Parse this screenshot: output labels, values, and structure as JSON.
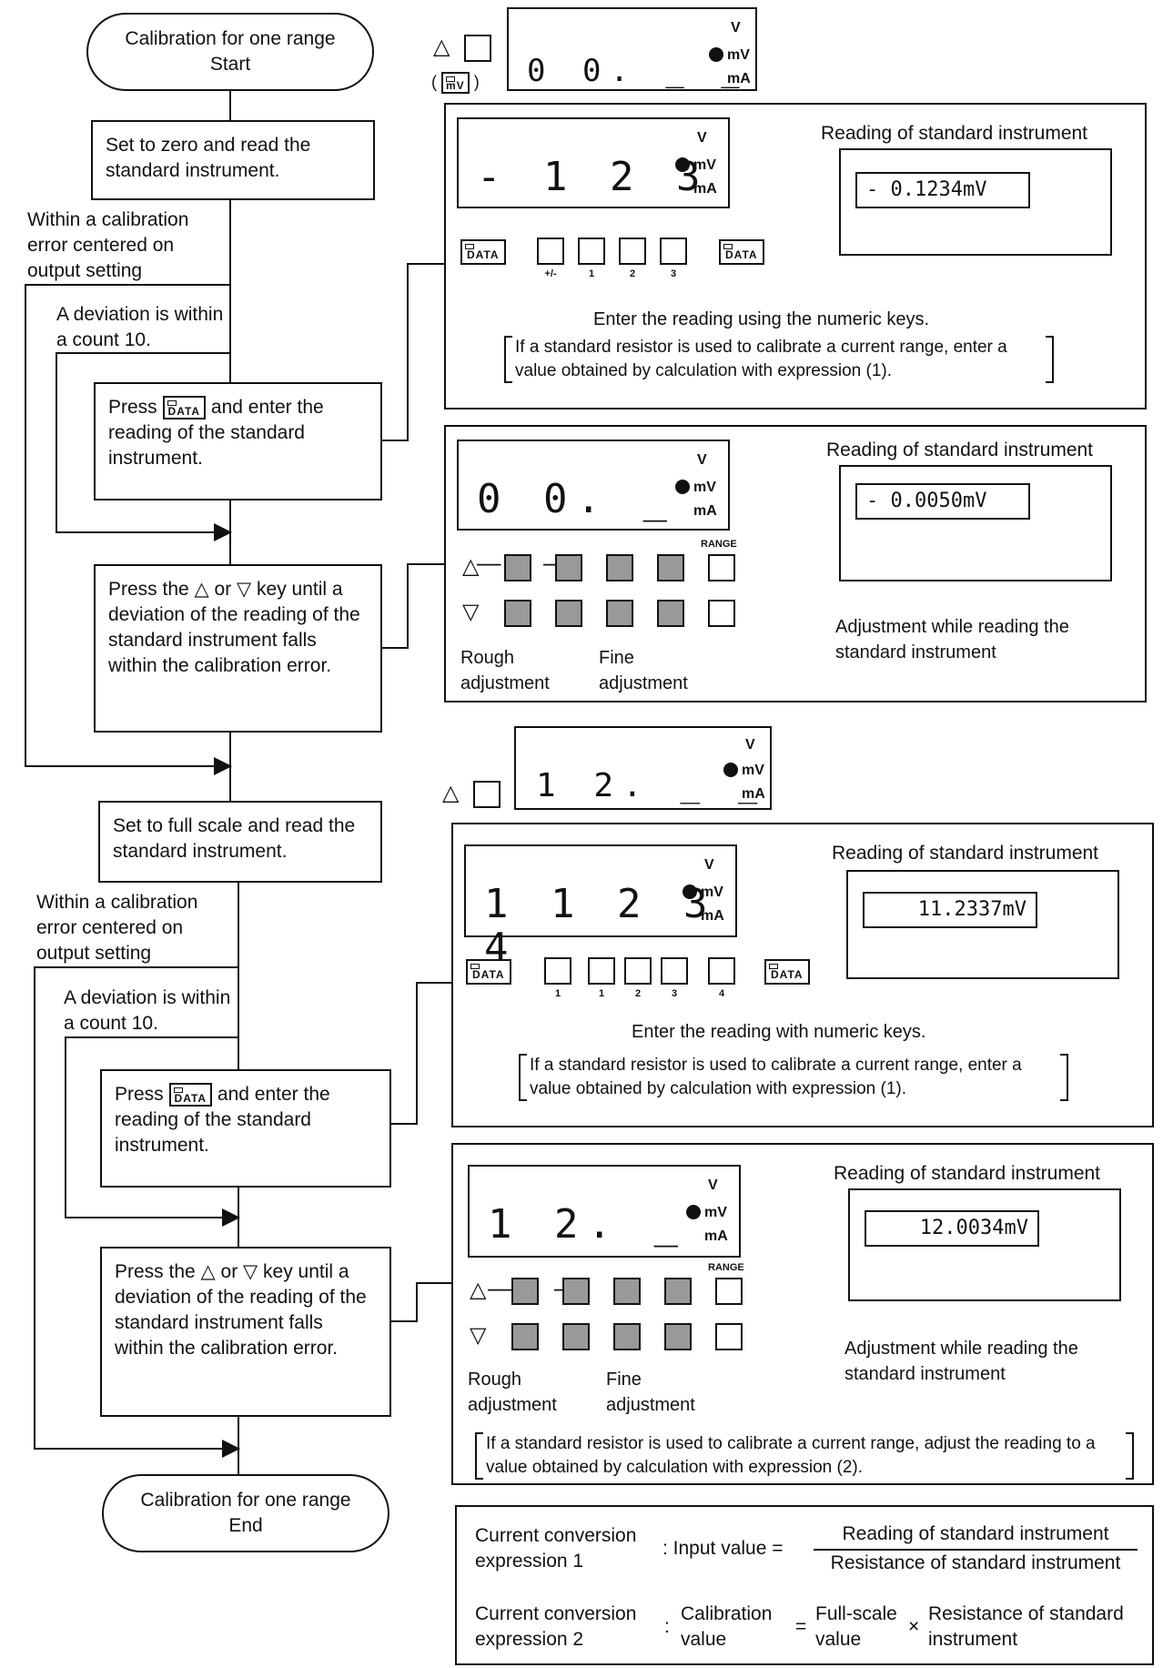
{
  "flow": {
    "start": "Calibration for one range\nStart",
    "step1": "Set to zero and read the standard instrument.",
    "cond1": "Within a calibration error centered on output setting",
    "cond2": "A deviation is within a count 10.",
    "press_a": "Press",
    "press_b": "and enter the reading of the standard instrument.",
    "adjust": "Press the △ or ▽ key until a deviation of the reading of the standard instrument falls within the calibration error.",
    "step2": "Set to full scale and read the standard instrument.",
    "cond3": "Within a calibration error centered on output setting",
    "cond4": "A deviation is within a count 10.",
    "adjust2": "Press the △ or ▽ key until a deviation of the reading of the standard instrument falls within the calibration error.",
    "end": "Calibration for one range\nEnd"
  },
  "common": {
    "unit_v": "V",
    "unit_mv": "mV",
    "unit_ma": "mA",
    "data_key": "DATA",
    "mv_key": "mV",
    "range": "RANGE",
    "reading_title": "Reading of standard instrument",
    "rough": "Rough\nadjustment",
    "fine": "Fine\nadjustment",
    "adj_note": "Adjustment while reading the standard instrument"
  },
  "top_display": {
    "digits": "0 0. _ _ _"
  },
  "panel1": {
    "lcd": "- 1 2 3",
    "std_value": "-    0.1234mV",
    "key_labels": [
      "+/-",
      "1",
      "2",
      "3"
    ],
    "enter_text": "Enter the reading using the numeric keys.",
    "note": "If a standard resistor is used to calibrate a current range, enter a value obtained by calculation with expression (1)."
  },
  "panel2": {
    "lcd": "0 0. _ _ _",
    "std_value": "-   0.0050mV"
  },
  "mid_display": {
    "digits": "1 2. _ _ _"
  },
  "panel3": {
    "lcd": "1 1 2 3 4",
    "std_value": "11.2337mV",
    "key_labels": [
      "1",
      "1",
      "2",
      "3",
      "4"
    ],
    "enter_text": "Enter the reading with numeric keys.",
    "note": "If a standard resistor is used to calibrate a current range, enter a value obtained by calculation with expression (1)."
  },
  "panel4": {
    "lcd": "1 2. _ _ _",
    "std_value": "12.0034mV",
    "note": "If a standard resistor is used to calibrate a current range, adjust the reading to a value obtained by calculation with expression (2)."
  },
  "formulas": {
    "expr1_label": "Current conversion expression 1",
    "expr1_lhs": ": Input value =",
    "expr1_num": "Reading of standard instrument",
    "expr1_den": "Resistance of standard instrument",
    "expr2_label": "Current conversion expression 2",
    "expr2_lhs": "Calibration value",
    "expr2_eq": "=",
    "expr2_a": "Full-scale value",
    "expr2_x": "×",
    "expr2_b": "Resistance of standard instrument"
  }
}
